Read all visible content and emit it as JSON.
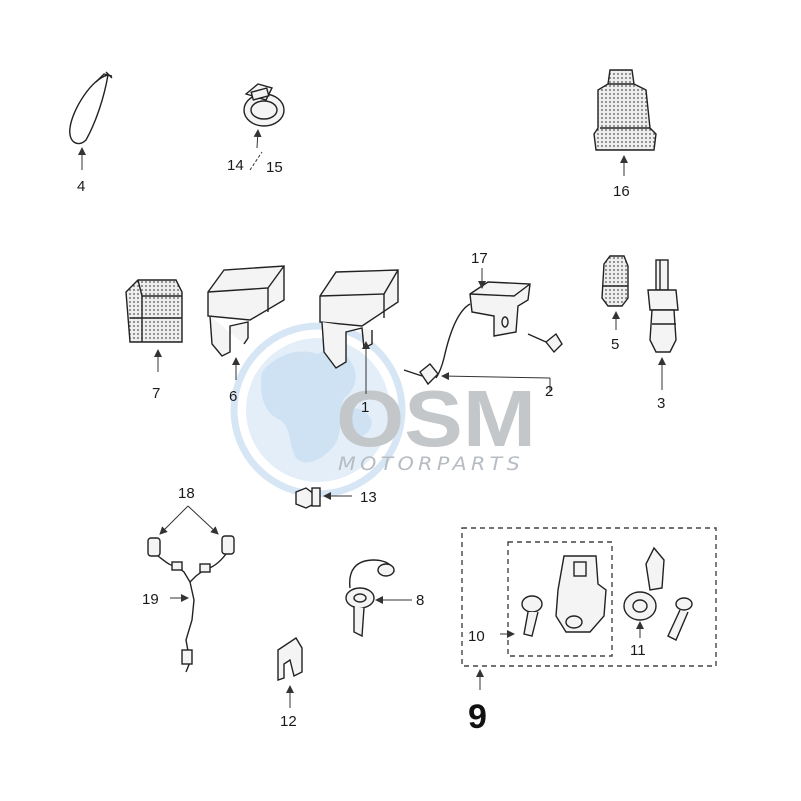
{
  "watermark": {
    "logo_letters": "OSM",
    "logo_subtext": "MOTORPARTS",
    "colors": {
      "globe": "#cfe2f3",
      "letters": "#c4c7ca"
    }
  },
  "callouts": {
    "p1": "1",
    "p2": "2",
    "p3": "3",
    "p4": "4",
    "p5": "5",
    "p6": "6",
    "p7": "7",
    "p8": "8",
    "p9": "9",
    "p10": "10",
    "p11": "11",
    "p12": "12",
    "p13": "13",
    "p14": "14",
    "p15": "15",
    "p16": "16",
    "p17": "17",
    "p18": "18",
    "p19": "19"
  }
}
